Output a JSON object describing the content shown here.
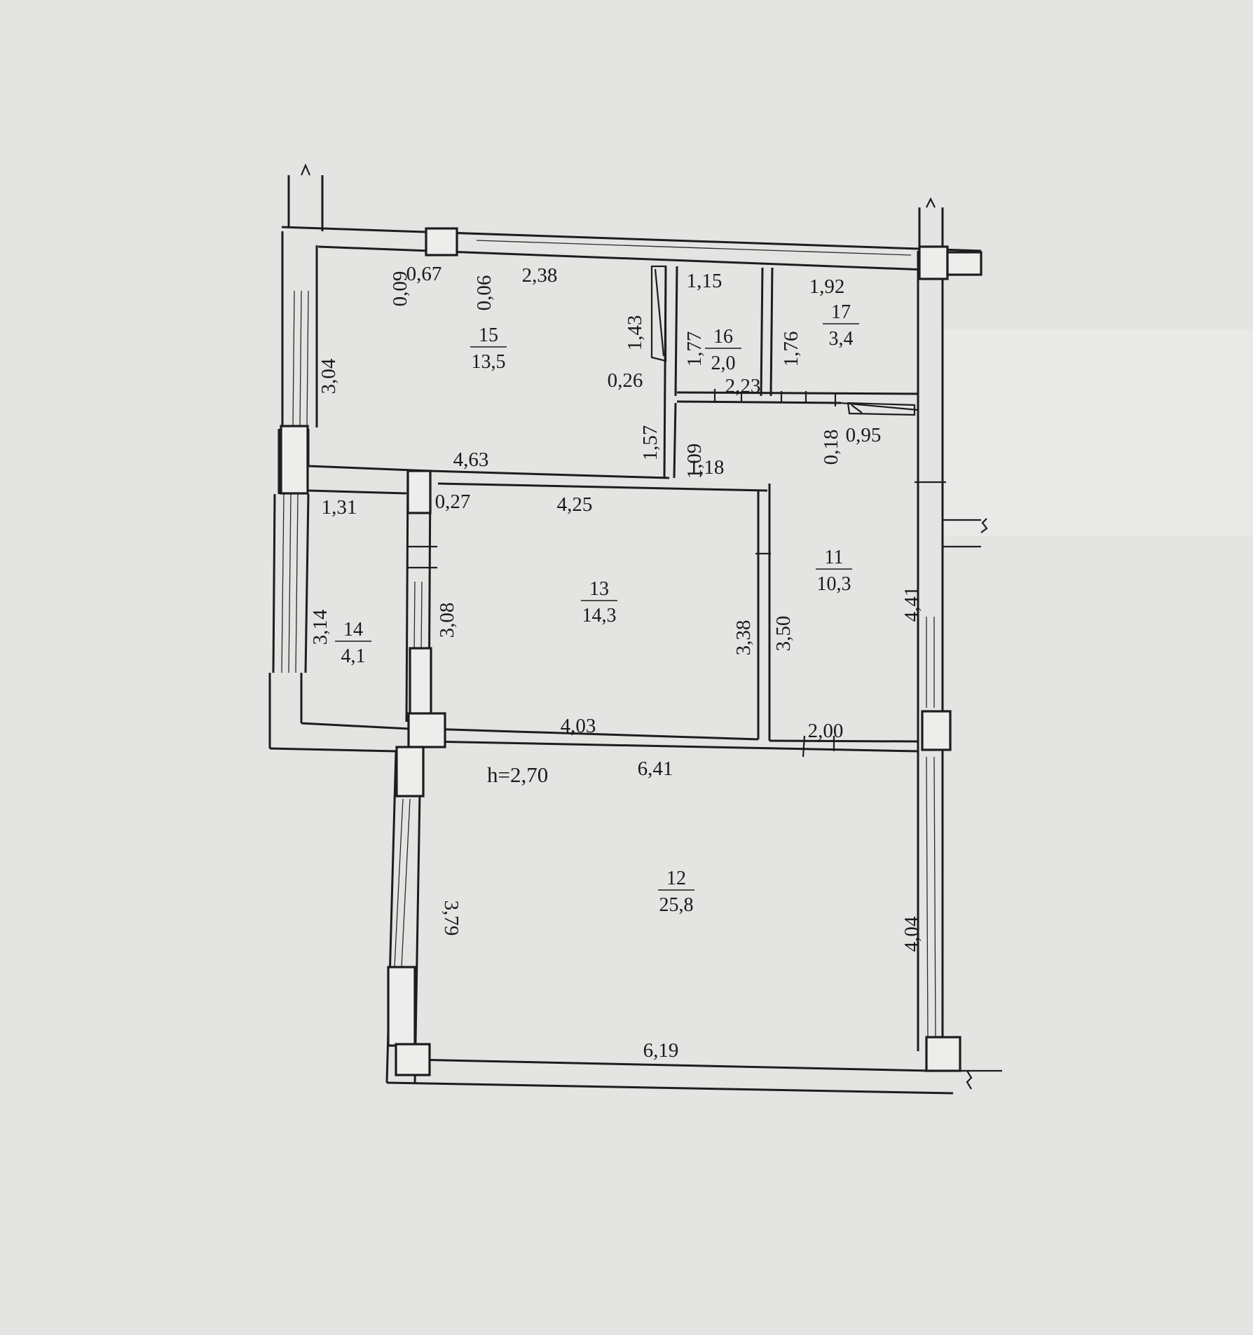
{
  "ceiling_height": "h=2,70",
  "rooms": [
    {
      "number": "15",
      "area": "13,5"
    },
    {
      "number": "16",
      "area": "2,0"
    },
    {
      "number": "17",
      "area": "3,4"
    },
    {
      "number": "14",
      "area": "4,1"
    },
    {
      "number": "13",
      "area": "14,3"
    },
    {
      "number": "11",
      "area": "10,3"
    },
    {
      "number": "12",
      "area": "25,8"
    }
  ],
  "dimensions": [
    "0,09",
    "0,67",
    "0,06",
    "2,38",
    "1,15",
    "1,92",
    "1,43",
    "1,77",
    "1,76",
    "3,04",
    "0,26",
    "1,57",
    "1,09",
    "2,23",
    "0,18",
    "0,95",
    "4,63",
    "1,18",
    "1,31",
    "0,27",
    "4,25",
    "3,14",
    "3,08",
    "3,38",
    "3,50",
    "4,41",
    "4,03",
    "2,00",
    "6,41",
    "3,79",
    "4,04",
    "6,19"
  ]
}
